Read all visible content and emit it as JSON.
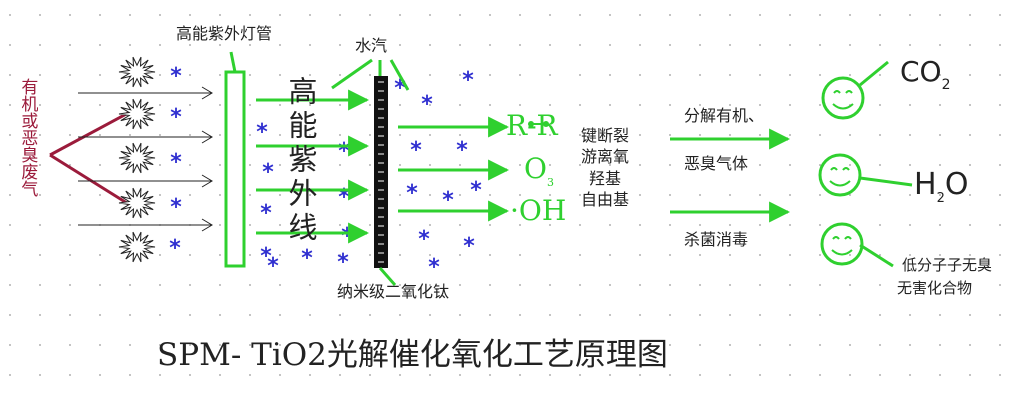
{
  "diagram": {
    "title": "SPM- TiO2光解催化氧化工艺原理图",
    "input_label": "有机或恶臭废气",
    "lamp_label": "高能紫外灯管",
    "uv_label": "高能紫外线",
    "water_label": "水汽",
    "catalyst_label": "纳米级二氧化钛",
    "species": {
      "rr": "R-R",
      "o3": "O",
      "o3_sub": "3",
      "oh": "·OH"
    },
    "process_lines": [
      "键断裂",
      "游离氧",
      "羟基",
      "自由基"
    ],
    "action_1": "分解有机、",
    "action_2": "恶臭气体",
    "action_3": "杀菌消毒",
    "products": {
      "co2": "CO",
      "co2_sub": "2",
      "h2o_h": "H",
      "h2o_sub": "2",
      "h2o_o": "O",
      "other": "低分子子无臭",
      "other_2": "无害化合物"
    },
    "colors": {
      "green": "#2fd02f",
      "maroon": "#9b1b3b",
      "blue": "#3030d0",
      "dark": "#222222"
    }
  }
}
